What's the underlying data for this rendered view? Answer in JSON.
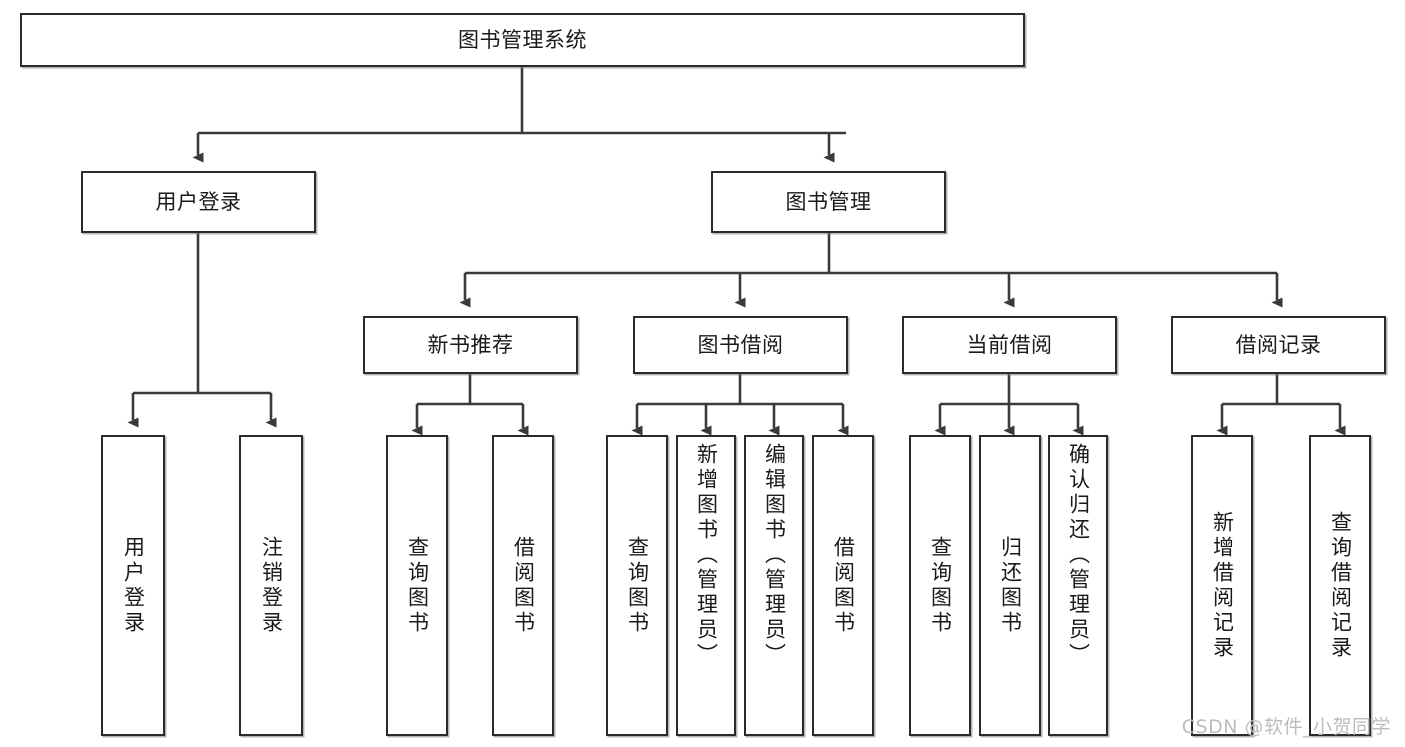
{
  "diagram": {
    "title": "图书管理系统",
    "type": "tree-hierarchy",
    "orientation": "top-down",
    "colors": {
      "box_border": "#2b2b2b",
      "box_fill": "#ffffff",
      "edge": "#3a3a3a",
      "text": "#1a1a1a",
      "watermark": "#bdbdbd"
    }
  },
  "watermark": {
    "text": "CSDN @软件_小贺同学"
  },
  "nodes": {
    "root": {
      "label": "图书管理系统"
    },
    "level2": [
      {
        "id": "user-login",
        "label": "用户登录"
      },
      {
        "id": "book-manage",
        "label": "图书管理"
      }
    ],
    "level3": [
      {
        "id": "new-book-rec",
        "label": "新书推荐"
      },
      {
        "id": "book-borrow",
        "label": "图书借阅"
      },
      {
        "id": "current-borrow",
        "label": "当前借阅"
      },
      {
        "id": "borrow-record",
        "label": "借阅记录"
      }
    ],
    "leaves": {
      "user_login": [
        {
          "id": "leaf-user-login",
          "label": "用户登录"
        },
        {
          "id": "leaf-logout",
          "label": "注销登录"
        }
      ],
      "new_book_rec": [
        {
          "id": "leaf-query-book-1",
          "label": "查询图书"
        },
        {
          "id": "leaf-borrow-book-1",
          "label": "借阅图书"
        }
      ],
      "book_borrow": [
        {
          "id": "leaf-query-book-2",
          "label": "查询图书"
        },
        {
          "id": "leaf-add-book",
          "label": "新增图书（管理员）"
        },
        {
          "id": "leaf-edit-book",
          "label": "编辑图书（管理员）"
        },
        {
          "id": "leaf-borrow-book-2",
          "label": "借阅图书"
        }
      ],
      "current_borrow": [
        {
          "id": "leaf-query-book-3",
          "label": "查询图书"
        },
        {
          "id": "leaf-return-book",
          "label": "归还图书"
        },
        {
          "id": "leaf-confirm-return",
          "label": "确认归还（管理员）"
        }
      ],
      "borrow_record": [
        {
          "id": "leaf-add-record",
          "label": "新增借阅记录"
        },
        {
          "id": "leaf-query-record",
          "label": "查询借阅记录"
        }
      ]
    }
  }
}
